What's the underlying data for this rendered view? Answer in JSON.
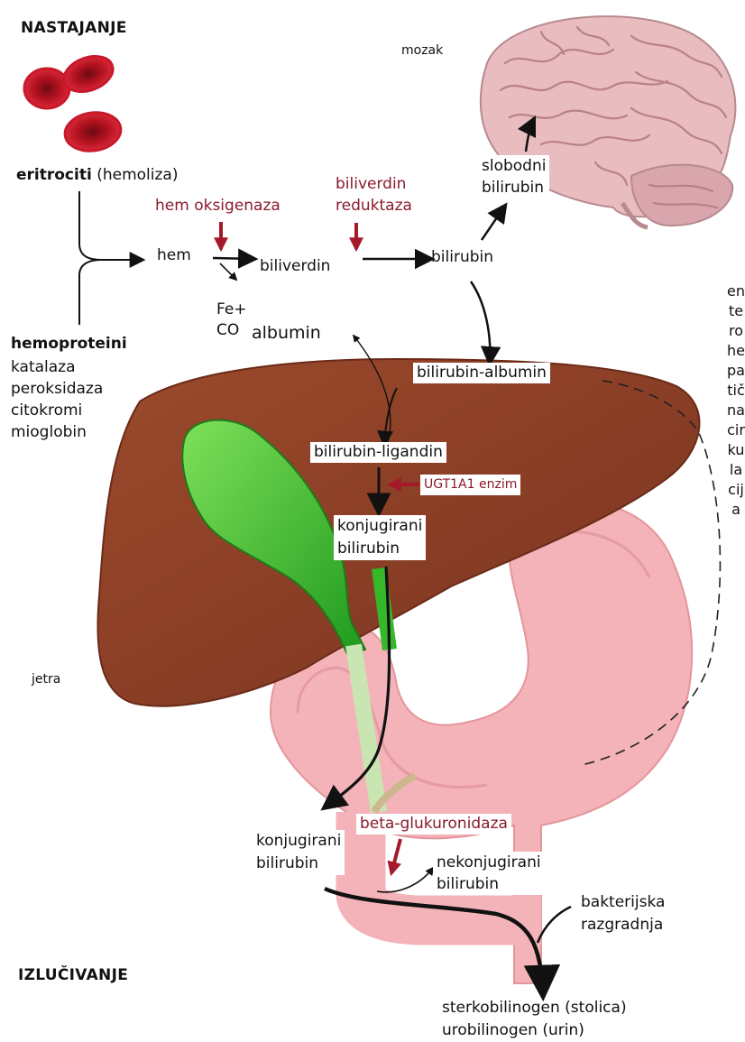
{
  "headings": {
    "formation": "NASTAJANJE",
    "excretion": "IZLUČIVANJE"
  },
  "organs": {
    "brain": "mozak",
    "liver": "jetra"
  },
  "sources": {
    "erythrocytes": "eritrociti",
    "hemolysis": "(hemoliza)",
    "hemoproteins": "hemoproteini",
    "hemoprotein_list": [
      "katalaza",
      "peroksidaza",
      "citokromi",
      "mioglobin"
    ]
  },
  "pathway": {
    "heme": "hem",
    "biliverdin": "biliverdin",
    "bilirubin": "bilirubin",
    "byproducts": [
      "Fe+",
      "CO"
    ],
    "free_bilirubin": [
      "slobodni",
      "bilirubin"
    ],
    "albumin": "albumin",
    "bilirubin_albumin": "bilirubin-albumin",
    "bilirubin_ligandin": "bilirubin-ligandin",
    "conjugated_liver": [
      "konjugirani",
      "bilirubin"
    ],
    "conjugated_gut": [
      "konjugirani",
      "bilirubin"
    ],
    "unconjugated_gut": [
      "nekonjugirani",
      "bilirubin"
    ],
    "bacterial": [
      "bakterijska",
      "razgradnja"
    ],
    "products": [
      "sterkobilinogen (stolica)",
      "urobilinogen (urin)"
    ]
  },
  "enzymes": {
    "heme_oxygenase": "hem oksigenaza",
    "biliverdin_reductase": [
      "biliverdin",
      "reduktaza"
    ],
    "ugt1a1": "UGT1A1 enzim",
    "beta_glucuronidase": "beta-glukuronidaza"
  },
  "enterohepatic": "enterohepatična cirkulacija",
  "colors": {
    "liver": "#8e4026",
    "gallbladder": "#35b82a",
    "stomach": "#f3b3b8",
    "brain": "#e9bcc0",
    "rbc": "#c8192a",
    "enzyme_text": "#8a1a2c",
    "enzyme_arrow": "#a51a2a"
  }
}
